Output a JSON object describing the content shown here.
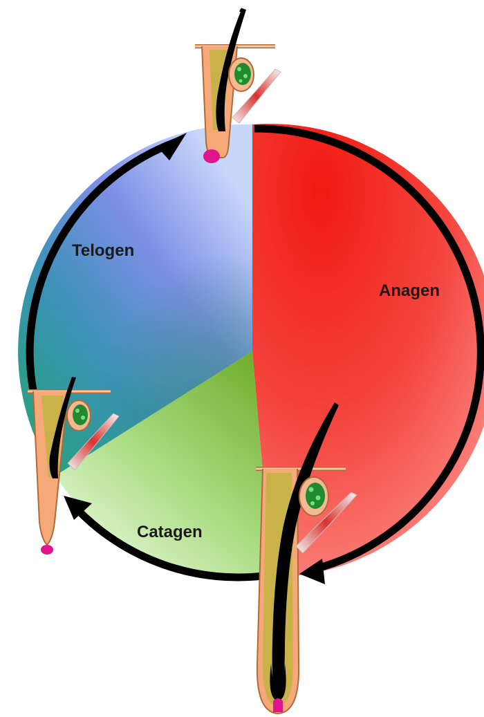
{
  "diagram": {
    "phases": [
      {
        "id": "anagen",
        "label": "Anagen",
        "color": "#f2231c"
      },
      {
        "id": "catagen",
        "label": "Catagen",
        "color": "#7fbf3c"
      },
      {
        "id": "telogen",
        "label": "Telogen",
        "color": "#8fb2f5"
      }
    ],
    "cycle_ring_color": "#000000",
    "follicle_colors": {
      "hair_shaft": "#000000",
      "outer_sheath": "#f5a878",
      "inner_sheath": "#c9b24a",
      "papilla": "#e0148c",
      "sebaceous_gland": "#1f8a2e",
      "arrector_muscle": "#d9312e"
    }
  }
}
